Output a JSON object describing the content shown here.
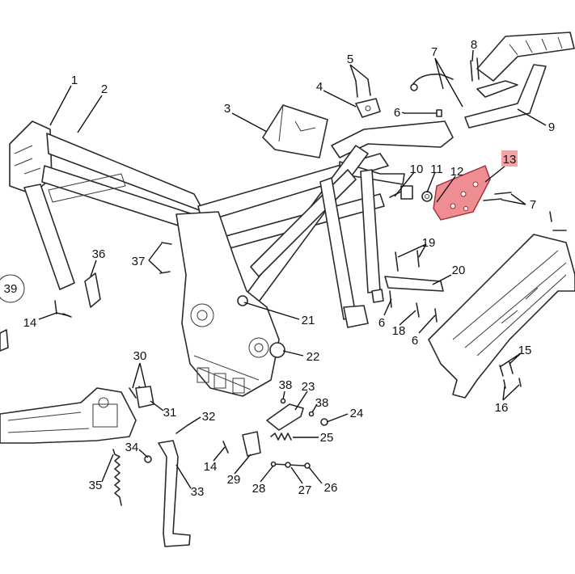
{
  "highlight": {
    "color": "#f4a3a6",
    "part_color": "#ef8e92"
  },
  "callouts": [
    "1",
    "2",
    "3",
    "4",
    "5",
    "6",
    "7",
    "8",
    "9",
    "10",
    "11",
    "12",
    "13",
    "7",
    "19",
    "20",
    "21",
    "22",
    "6",
    "18",
    "6",
    "15",
    "16",
    "36",
    "37",
    "39",
    "14",
    "30",
    "31",
    "32",
    "14",
    "34",
    "35",
    "33",
    "38",
    "23",
    "38",
    "24",
    "25",
    "29",
    "28",
    "27",
    "26"
  ]
}
